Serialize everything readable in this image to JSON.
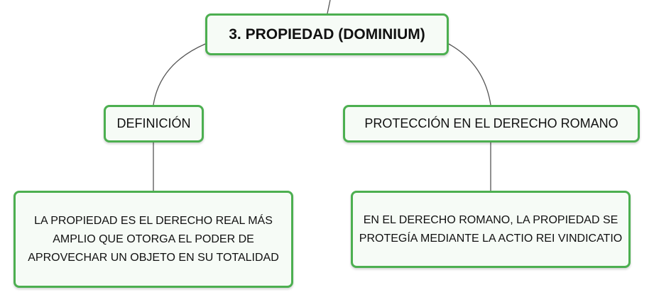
{
  "diagram": {
    "root": {
      "label": "3. PROPIEDAD (DOMINIUM)"
    },
    "branches": [
      {
        "label": "DEFINICIÓN",
        "detail": "LA PROPIEDAD ES EL DERECHO REAL MÁS AMPLIO QUE OTORGA EL PODER DE APROVECHAR UN OBJETO EN SU TOTALIDAD"
      },
      {
        "label": "PROTECCIÓN EN EL DERECHO ROMANO",
        "detail": "EN EL DERECHO ROMANO, LA PROPIEDAD SE PROTEGÍA MEDIANTE LA ACTIO REI VINDICATIO"
      }
    ],
    "colors": {
      "node_border": "#4caf50",
      "node_fill": "#f6fbf6",
      "connector": "#555555"
    }
  }
}
